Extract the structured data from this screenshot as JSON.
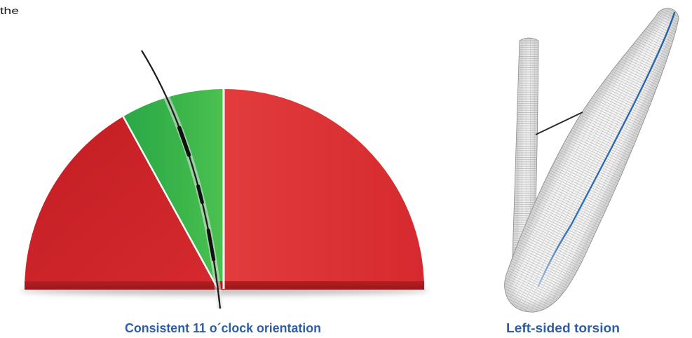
{
  "page": {
    "fragment_text": "the"
  },
  "orientation_figure": {
    "caption": "Consistent 11 o´clock orientation"
  },
  "torsion_figure": {
    "caption": "Left-sided torsion"
  },
  "colors": {
    "caption_text": "#2e5fa3",
    "sector_red": "#d52a2f",
    "sector_red_dark": "#9c161a",
    "sector_green": "#3cb54a",
    "needle": "#1c1c1c",
    "tube_center_line": "#1f5fa8"
  }
}
